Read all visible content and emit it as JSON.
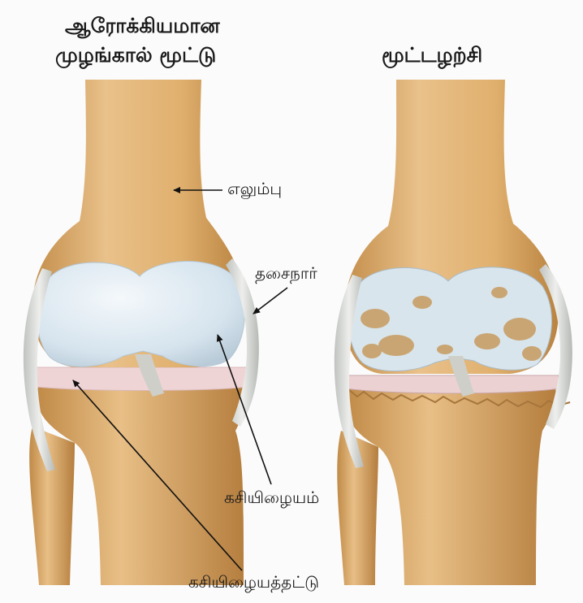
{
  "titles": {
    "healthy_line1": "ஆரோக்கியமான",
    "healthy_line2": "முழங்கால் மூட்டு",
    "arthritis": "மூட்டழற்சி"
  },
  "labels": {
    "bone": "எலும்பு",
    "ligament": "தசைநார்",
    "cartilage": "கசியிழையம்",
    "meniscus": "கசியிழையத்தட்டு"
  },
  "colors": {
    "bone": "#e2b679",
    "bone_shade": "#c99550",
    "cartilage": "#dfeaf1",
    "meniscus": "#f0d6d8",
    "ligament": "#d9dbd8",
    "arrow": "#111111"
  }
}
